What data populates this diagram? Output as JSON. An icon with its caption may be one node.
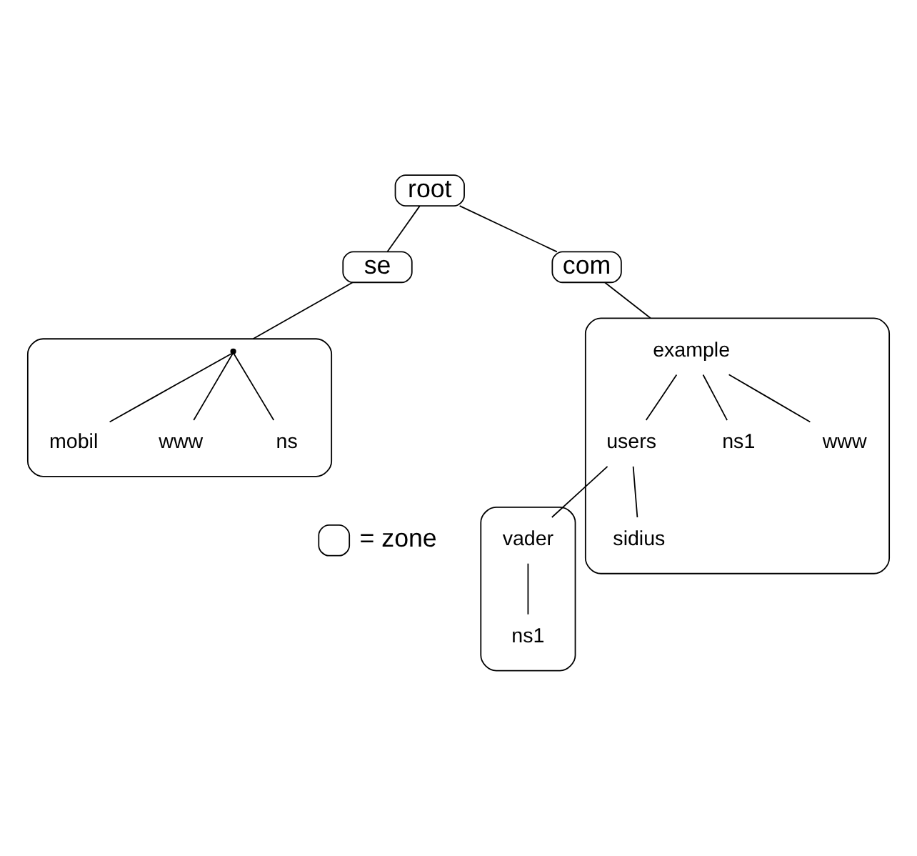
{
  "diagram": {
    "nodes": [
      {
        "text": [
          "root"
        ]
      },
      {
        "text": [
          "se"
        ]
      },
      {
        "text": [
          "com"
        ]
      },
      {
        "text": [],
        "shape": "box"
      },
      {
        "text": [],
        "shape": "point",
        "in": 3
      },
      {
        "text": [
          "mobil"
        ],
        "in": 3
      },
      {
        "text": [
          "www"
        ],
        "in": 3
      },
      {
        "text": [
          "ns"
        ],
        "in": 3
      },
      {
        "text": [],
        "shape": "box"
      },
      {
        "text": [
          "example"
        ],
        "in": 8
      },
      {
        "text": [
          "users"
        ],
        "in": 8
      },
      {
        "text": [
          "ns1"
        ],
        "in": 8
      },
      {
        "text": [
          "www"
        ],
        "in": 8
      },
      {
        "text": [],
        "shape": "box"
      },
      {
        "text": [
          "vader"
        ],
        "in": 13
      },
      {
        "text": [
          "sidius"
        ],
        "in": 8
      },
      {
        "text": [
          "ns1"
        ],
        "in": 13
      }
    ],
    "edges": [
      {
        "from": 0,
        "to": 1,
        "arrow": "none"
      },
      {
        "from": 0,
        "to": 2,
        "arrow": "none"
      },
      {
        "from": 1,
        "to": 3,
        "arrow": "none"
      },
      {
        "from": 4,
        "to": 5,
        "arrow": "none"
      },
      {
        "from": 4,
        "to": 6,
        "arrow": "none"
      },
      {
        "from": 4,
        "to": 7,
        "arrow": "none"
      },
      {
        "from": 2,
        "to": 8,
        "arrow": "none"
      },
      {
        "from": 9,
        "to": 10,
        "arrow": "none"
      },
      {
        "from": 9,
        "to": 11,
        "arrow": "none"
      },
      {
        "from": 9,
        "to": 12,
        "arrow": "none"
      },
      {
        "from": 10,
        "to": 14,
        "arrow": "none"
      },
      {
        "from": 10,
        "to": 15,
        "arrow": "none"
      },
      {
        "from": 14,
        "to": 16,
        "arrow": "none"
      }
    ],
    "legend": [
      {
        "text": "= zone"
      }
    ]
  }
}
